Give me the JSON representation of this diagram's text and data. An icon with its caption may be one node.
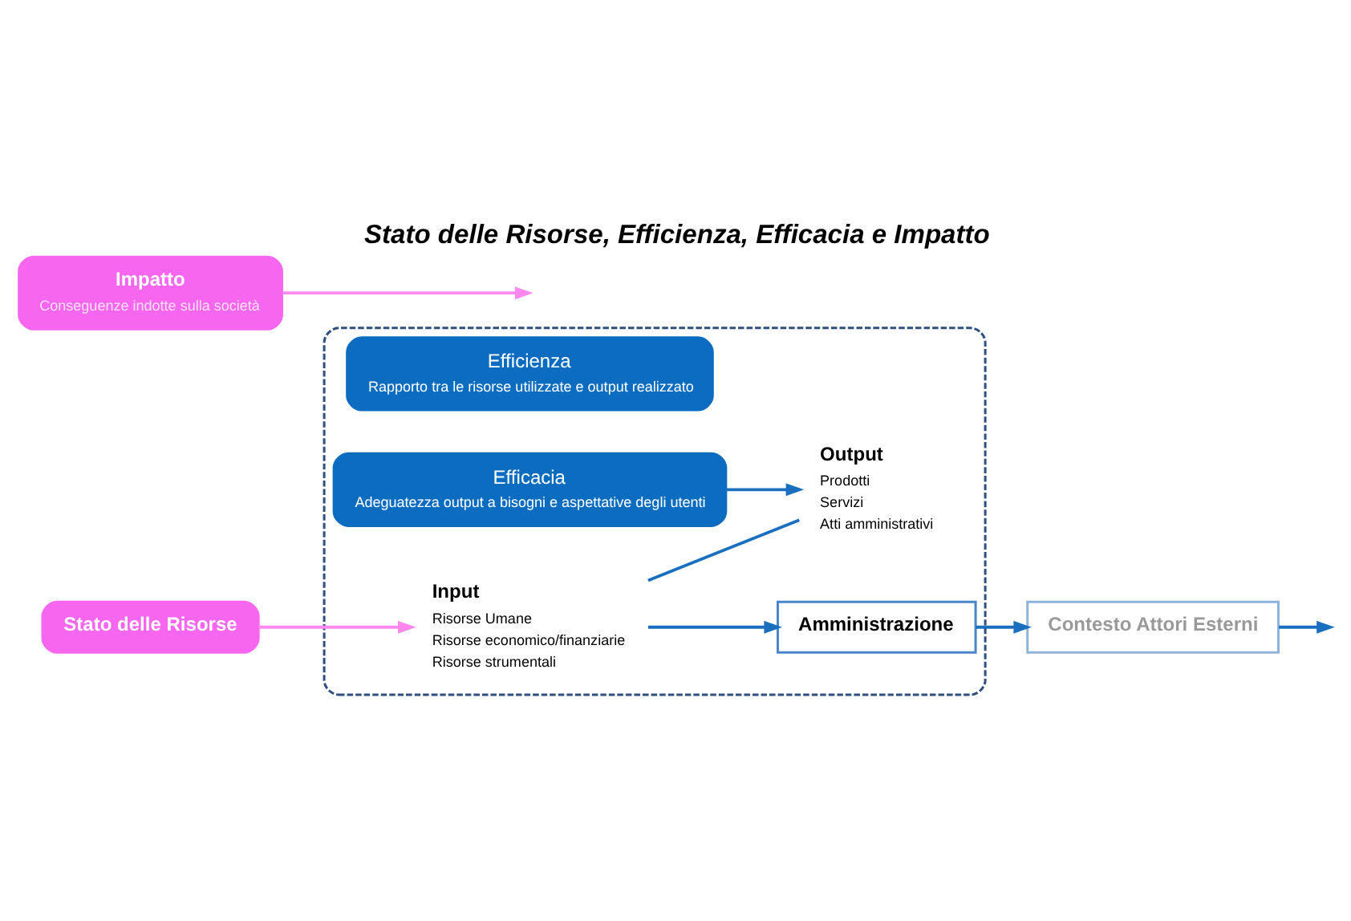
{
  "diagram": {
    "title": "Stato delle Risorse, Efficienza, Efficacia e Impatto",
    "nodes": [
      {
        "text": [],
        "shape": "box"
      },
      {
        "text": [
          "Efficienza",
          "Rapporto tra le risorse utilizzate e output realizzato"
        ],
        "in": 0
      },
      {
        "text": [
          "Efficacia",
          "Adeguatezza output a bisogni e aspettative degli utenti"
        ],
        "in": 0
      },
      {
        "text": [
          "Impatto",
          "Conseguenze indotte sulla società"
        ]
      },
      {
        "text": [
          "Input",
          "Risorse Umane",
          "Risorse economico/finanziarie",
          "Risorse strumentali"
        ],
        "in": 0
      },
      {
        "text": [
          "Output",
          "Prodotti",
          "Servizi",
          "Atti amministrativi"
        ],
        "in": 0
      },
      {
        "text": [
          "Amministrazione"
        ],
        "in": 0
      },
      {
        "text": [
          "Contesto Attori Esterni"
        ]
      },
      {
        "text": [
          "Stato delle Risorse"
        ]
      }
    ],
    "edges": [
      {
        "from": 8,
        "to": 4,
        "arrow": "to",
        "color": "#ff88ee"
      },
      {
        "from": 4,
        "to": 5,
        "arrow": "none"
      },
      {
        "from": 4,
        "to": 6,
        "arrow": "to"
      },
      {
        "from": 2,
        "to": 5,
        "arrow": "to"
      },
      {
        "from": 6,
        "to": 7,
        "arrow": "to"
      },
      {
        "from": 7,
        "to": null,
        "arrow": "to"
      },
      {
        "from": 3,
        "to": null,
        "arrow": "to",
        "color": "#ff88ee"
      }
    ]
  }
}
